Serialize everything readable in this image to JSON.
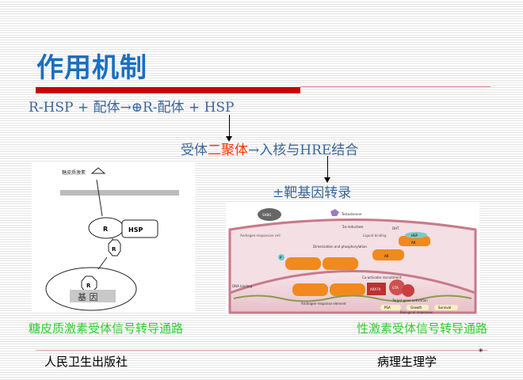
{
  "slide": {
    "title": "作用机制",
    "equation_line1": "R-HSP + 配体→⊕R-配体 + HSP",
    "equation_line2": {
      "part1": "受体",
      "highlight": "二聚体",
      "part2": "→入核与HRE结合"
    },
    "equation_line3": "±靶基因转录",
    "left_figure": {
      "hormone_label": "糖皮质激素",
      "receptor_label": "R",
      "hsp_label": "HSP",
      "gene_label": "基 因"
    },
    "right_figure": {
      "labels": [
        "SHBG",
        "Testosterone",
        "5α-reductase",
        "DHT",
        "Androgen-responsive cell",
        "Ligand binding",
        "HSP",
        "AR",
        "Dimerization and phosphorylation",
        "P",
        "DNA binding",
        "Co-activator recruitment",
        "ARA70",
        "GTA",
        "Androgen-response element",
        "Target gene activation",
        "PSA",
        "Growth",
        "Survival",
        "Biological responses"
      ]
    },
    "caption_left": "糖皮质激素受体信号转导通路",
    "caption_right": "性激素受体信号转导通路",
    "footer_left": "人民卫生出版社",
    "footer_right": "病理生理学",
    "footer_mark": "*"
  },
  "colors": {
    "title": "#1a6fbf",
    "accent_bar": "#cc0000",
    "text": "#3a6698",
    "highlight": "#ff3300",
    "caption": "#33cc33"
  }
}
